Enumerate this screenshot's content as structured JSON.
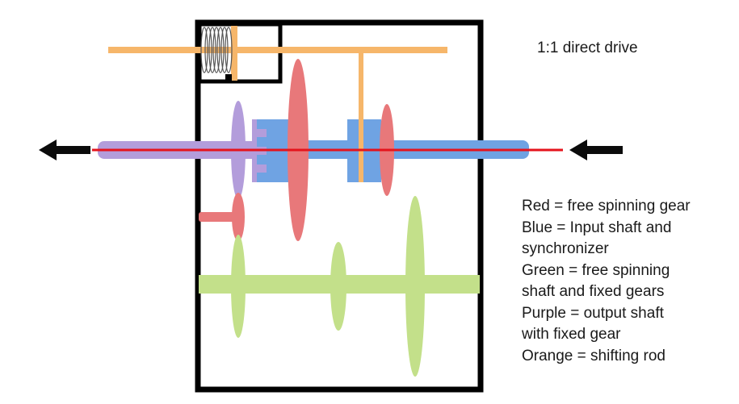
{
  "title": "1:1 direct drive",
  "legend": [
    "Red = free spinning gear",
    "Blue = Input shaft and",
    "synchronizer",
    "Green = free spinning",
    "shaft and fixed gears",
    "Purple = output shaft",
    "with fixed gear",
    "Orange = shifting rod"
  ],
  "colors": {
    "red_gear": "#e8787a",
    "blue_shaft": "#6fa3e3",
    "green_shaft": "#c3e08a",
    "purple_shaft": "#b39ddb",
    "orange_rod": "#f6b66a",
    "axis_line": "#e5131c",
    "outline": "#000000"
  },
  "arrows": {
    "output_direction": "left",
    "input_direction": "left"
  }
}
